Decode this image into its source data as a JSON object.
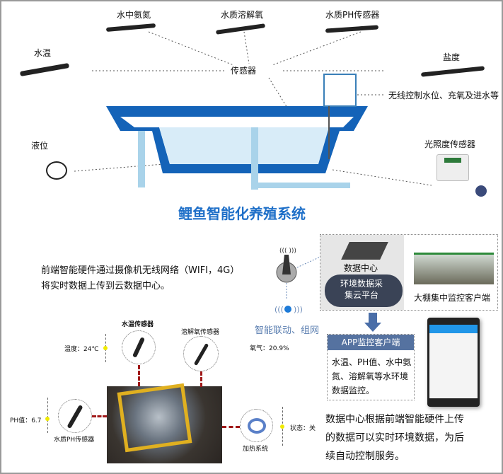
{
  "top": {
    "sensors": {
      "ammonia": "水中氨氮",
      "oxygen": "水质溶解氧",
      "ph": "水质PH传感器",
      "temp": "水温",
      "salinity": "盐度",
      "level": "液位",
      "light": "光照度传感器",
      "center": "传感器"
    },
    "controller": "无线控制水位、充氧及进水等",
    "title": "鲤鱼智能化养殖系统"
  },
  "bottom": {
    "intro": [
      "前端智能硬件通过摄像机无线网络（WIFI，4G）",
      "将实时数据上传到云数据中心。"
    ],
    "network": "智能联动、组网",
    "data_center": "数据中心",
    "cloud": [
      "环境数据采",
      "集云平台"
    ],
    "monitor_client": "大棚集中监控客户端",
    "app_title": "APP监控客户端",
    "app_body": [
      "水温、PH值、水中氨",
      "氮、溶解氧等水环境",
      "数据监控。"
    ],
    "summary": [
      "数据中心根据前端智能硬件上传",
      "的数据可以实时环境数据，为后",
      "续自动控制服务。"
    ],
    "devices": {
      "temp_sensor": "水温传感器",
      "do_sensor": "溶解氧传感器",
      "ph_sensor": "水质PH传感器",
      "heater": "加热系统"
    },
    "readings": {
      "temp": "温度：24℃",
      "oxygen": "氧气：20.9%",
      "ph": "PH值：6.7",
      "status": "状态：关"
    }
  },
  "colors": {
    "title": "#1e6fc8",
    "pool": "#1463b8",
    "water": "#cfe6f5",
    "app_header": "#5572a0"
  }
}
